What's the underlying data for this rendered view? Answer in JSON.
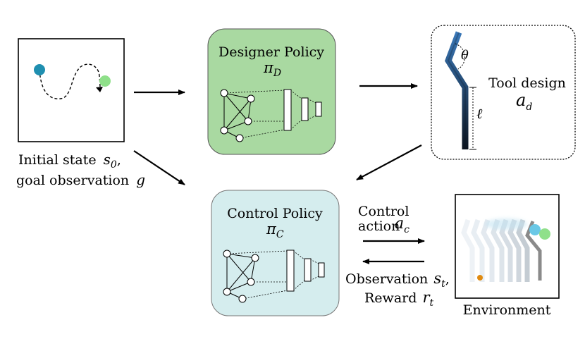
{
  "initial_state": {
    "line1_text": "Initial state",
    "line1_math": "s",
    "line1_sub": "0",
    "line1_suffix": ",",
    "line2_text": "goal observation",
    "line2_math": "g"
  },
  "designer_policy": {
    "title": "Designer Policy",
    "symbol": "π",
    "symbol_sub": "D",
    "color": "#a9d9a1"
  },
  "tool_design": {
    "label": "Tool design",
    "math": "a",
    "math_sub": "d",
    "angle_symbol": "θ",
    "length_symbol": "ℓ"
  },
  "control_policy": {
    "title": "Control Policy",
    "symbol": "π",
    "symbol_sub": "C",
    "color": "#d5edee"
  },
  "control_action": {
    "line1": "Control",
    "line2": "action",
    "math": "a",
    "math_sub": "c"
  },
  "observation": {
    "line1_text": "Observation",
    "line1_math": "s",
    "line1_sub": "t",
    "line1_suffix": ",",
    "line2_text": "Reward",
    "line2_math": "r",
    "line2_sub": "t"
  },
  "environment": {
    "label": "Environment"
  },
  "colors": {
    "start_dot": "#1f8fb0",
    "goal_dot": "#8fe08a",
    "tool_dark": "#0b1420",
    "tool_light": "#3a78b8",
    "env_object": "#e08a10",
    "env_ball": "#6ac8e6"
  }
}
